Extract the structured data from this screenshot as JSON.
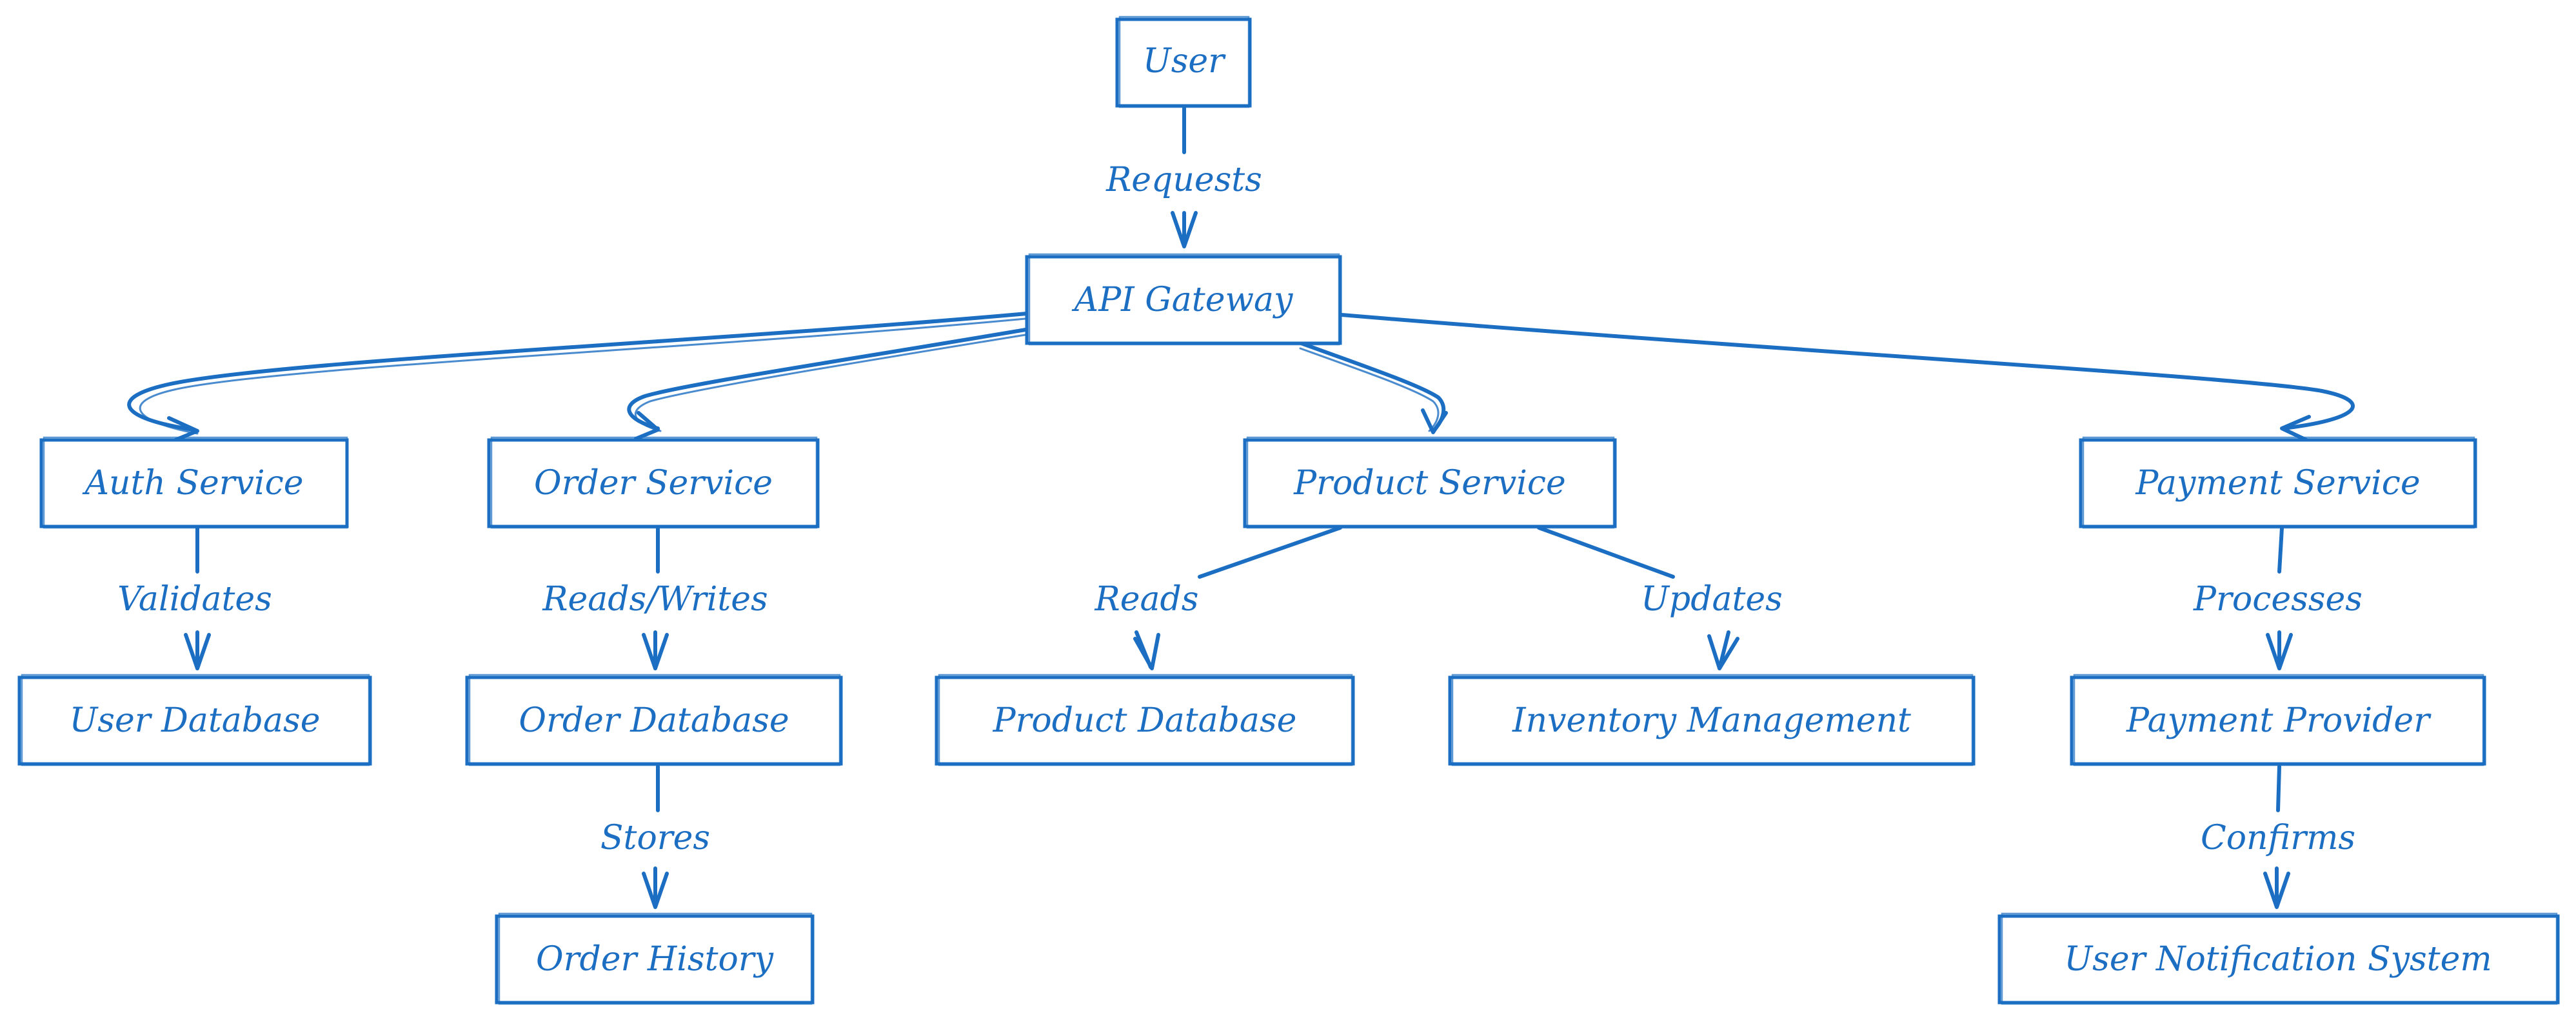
{
  "diagram": {
    "color": "#1b6ec2",
    "nodes": {
      "user": "User",
      "api_gateway": "API Gateway",
      "auth_service": "Auth Service",
      "order_service": "Order Service",
      "product_service": "Product Service",
      "payment_service": "Payment Service",
      "user_database": "User Database",
      "order_database": "Order Database",
      "product_database": "Product Database",
      "inventory_management": "Inventory Management",
      "payment_provider": "Payment Provider",
      "order_history": "Order History",
      "user_notification_system": "User Notification System"
    },
    "edges": {
      "requests": "Requests",
      "validates": "Validates",
      "reads_writes": "Reads/Writes",
      "reads": "Reads",
      "updates": "Updates",
      "processes": "Processes",
      "stores": "Stores",
      "confirms": "Confirms"
    }
  }
}
